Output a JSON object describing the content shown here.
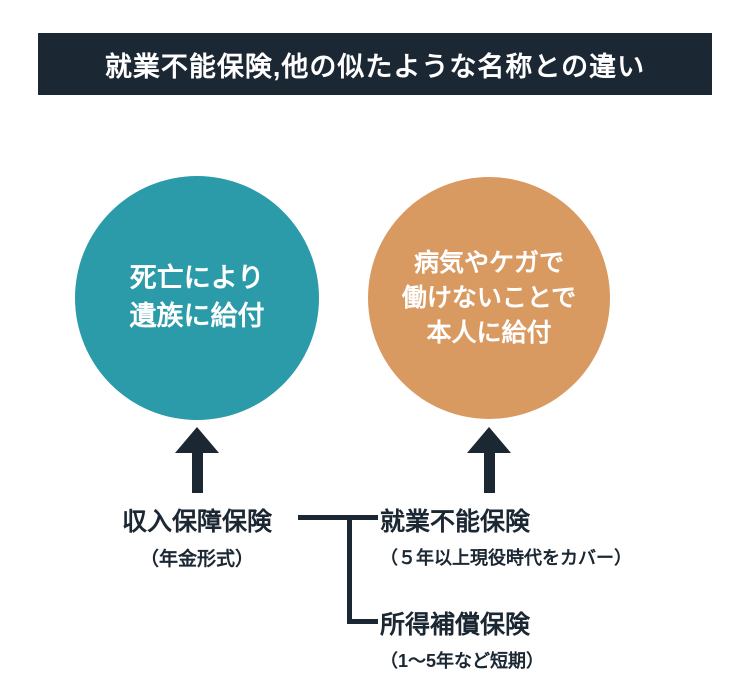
{
  "title": "就業不能保険,他の似たような名称との違い",
  "colors": {
    "banner_bg": "#1b2733",
    "banner_text": "#ffffff",
    "left_circle_bg": "#2b9aa9",
    "right_circle_bg": "#d99a62",
    "circle_text": "#ffffff",
    "connector_line": "#1b2733",
    "label_text": "#1b2733",
    "background": "#ffffff"
  },
  "left_circle": {
    "line1": "死亡により",
    "line2": "遺族に給付"
  },
  "right_circle": {
    "line1": "病気やケガで",
    "line2": "働けないことで",
    "line3": "本人に給付"
  },
  "labels": {
    "income_protection": {
      "name": "収入保障保険",
      "note": "（年金形式）"
    },
    "disability": {
      "name": "就業不能保険",
      "note": "（５年以上現役時代をカバー）"
    },
    "income_compensation": {
      "name": "所得補償保険",
      "note": "（1〜5年など短期）"
    }
  }
}
